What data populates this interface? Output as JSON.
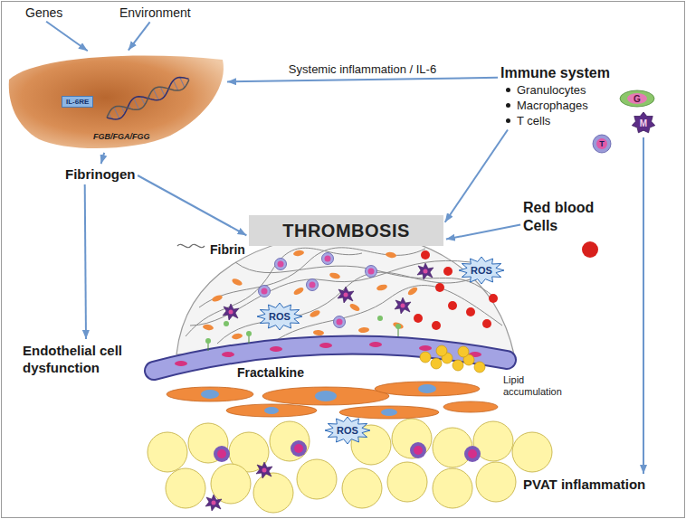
{
  "diagram": {
    "nodes": [
      {
        "text": [
          "Genes"
        ]
      },
      {
        "text": [
          "Environment"
        ]
      },
      {
        "text": [
          "FGB/FGA/FGG"
        ]
      },
      {
        "text": [
          "IL-6RE"
        ],
        "in": 2
      },
      {
        "text": [
          "Immune system",
          "Granulocytes",
          "Macrophages",
          "T cells"
        ]
      },
      {
        "text": [
          "G"
        ]
      },
      {
        "text": [
          "M"
        ]
      },
      {
        "text": [
          "T"
        ]
      },
      {
        "text": [
          "Fibrinogen"
        ]
      },
      {
        "text": [
          "THROMBOSIS"
        ]
      },
      {
        "text": [
          "Red blood Cells"
        ]
      },
      {
        "text": [
          "ROS"
        ]
      },
      {
        "text": [
          "ROS"
        ]
      },
      {
        "text": [
          "Endothelial cell dysfunction"
        ]
      },
      {
        "text": [
          "ROS"
        ]
      },
      {
        "text": [
          "PVAT inflammation"
        ]
      }
    ],
    "edges": [
      {
        "from": 0,
        "to": 2,
        "arrow": "to"
      },
      {
        "from": 1,
        "to": 2,
        "arrow": "to"
      },
      {
        "from": 4,
        "to": 2,
        "arrow": "to",
        "label": "Systemic inflammation / IL-6"
      },
      {
        "from": 2,
        "to": 8,
        "arrow": "to"
      },
      {
        "from": 8,
        "to": 9,
        "arrow": "to"
      },
      {
        "from": 4,
        "to": 9,
        "arrow": "to"
      },
      {
        "from": 10,
        "to": 9,
        "arrow": "to"
      },
      {
        "from": 8,
        "to": 13,
        "arrow": "to"
      },
      {
        "from": 6,
        "to": 15,
        "arrow": "to"
      }
    ],
    "labels": [
      "Fibrin",
      "Fractalkine",
      "Lipid accumulation"
    ]
  }
}
